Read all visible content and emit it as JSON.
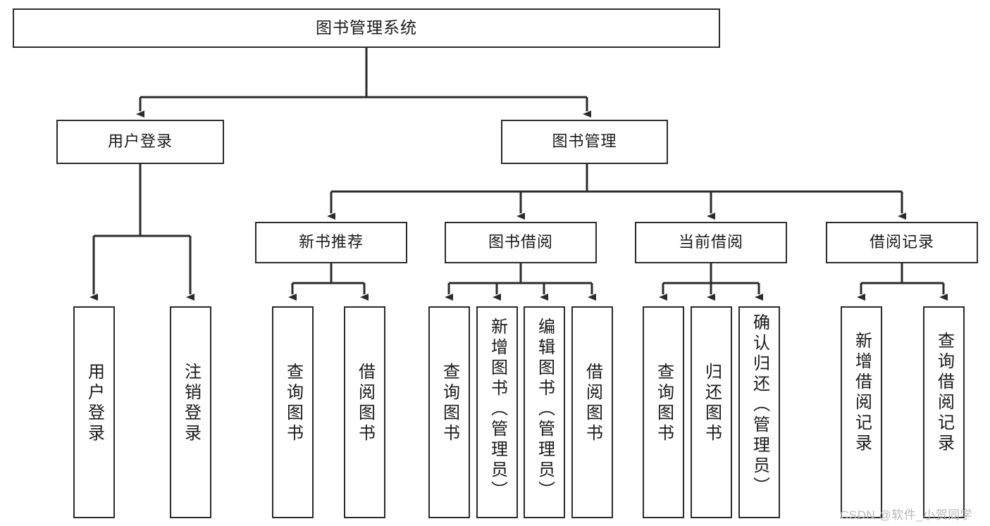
{
  "diagram": {
    "title": "图书管理系统",
    "type": "hierarchy-tree",
    "watermark": "CSDN @软件_小贺同学",
    "colors": {
      "stroke": "#2b2b2b",
      "fill": "#ffffff",
      "text": "#1a1a1a",
      "watermark": "#b9b9b9"
    },
    "nodes": {
      "root": "图书管理系统",
      "level2": [
        "用户登录",
        "图书管理"
      ],
      "level3": [
        "新书推荐",
        "图书借阅",
        "当前借阅",
        "借阅记录"
      ],
      "leaves": {
        "user_login": [
          "用户登录",
          "注销登录"
        ],
        "new_book": [
          "查询图书",
          "借阅图书"
        ],
        "borrow": [
          "查询图书",
          "新增图书（管理员）",
          "编辑图书（管理员）",
          "借阅图书"
        ],
        "current": [
          "查询图书",
          "归还图书",
          "确认归还（管理员）"
        ],
        "record": [
          "新增借阅记录",
          "查询借阅记录"
        ]
      }
    }
  }
}
